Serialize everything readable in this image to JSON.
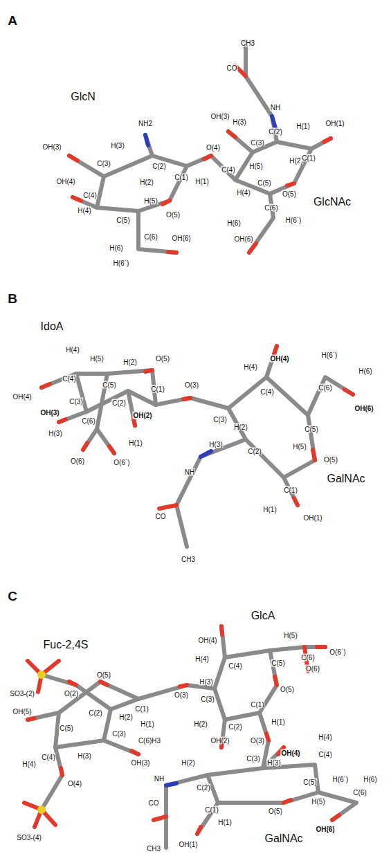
{
  "diagram": {
    "labels": [
      "A",
      "CH3",
      "CO",
      "NH",
      "GlcNAc",
      "GlcN",
      "NH2",
      "OH(3)",
      "H(3)",
      "C(3)",
      "C(2)",
      "H(1)",
      "OH(1)",
      "H(2)",
      "C(1)",
      "O(4)",
      "C(4)",
      "H(5)",
      "C(5)",
      "O(5)",
      "H(4)",
      "H(6)",
      "C(6)",
      "H(6´)",
      "OH(6)",
      "OH(3)",
      "H(3)",
      "C(3)",
      "C(2)",
      "H(2)",
      "C(1)",
      "H(1)",
      "OH(4)",
      "C(4)",
      "H(4)",
      "H(5)",
      "C(5)",
      "O(5)",
      "C(6)",
      "OH(6)",
      "H(6)",
      "H(6´)",
      "B",
      "IdoA",
      "H(4)",
      "H(5)",
      "H(2)",
      "O(5)",
      "C(4)",
      "C(5)",
      "C(2)",
      "C(1)",
      "OH(4)",
      "OH(3)",
      "C(3)",
      "H(3)",
      "C(6)",
      "OH(2)",
      "O(6)",
      "O(6´)",
      "H(1)",
      "O(3)",
      "H(4)",
      "OH(4)",
      "H(6´)",
      "H(6)",
      "C(4)",
      "C(6)",
      "OH(6)",
      "C(3)",
      "C(5)",
      "H(3)",
      "H(2)",
      "C(2)",
      "H(5)",
      "O(5)",
      "GalNAc",
      "NH",
      "C(1)",
      "H(1)",
      "OH(1)",
      "CO",
      "CH3",
      "C",
      "GlcA",
      "OH(4)",
      "H(5)",
      "H(4)",
      "C(4)",
      "C(5)",
      "C(6)",
      "O(6´)",
      "O(6)",
      "O(5)",
      "Fuc-2,4S",
      "SO3-(2)",
      "O(2)",
      "O(5)",
      "H(3)",
      "C(3)",
      "O(3)",
      "C(1)",
      "H(1)",
      "C(1)",
      "C(2)",
      "H(2)",
      "H(1)",
      "OH(5)",
      "C(5)",
      "C(3)",
      "C(6)H3",
      "C(2)",
      "H(2)",
      "OH(2)",
      "O(3)",
      "H(4)",
      "C(4)",
      "H(4)",
      "H(3)",
      "OH(3)",
      "OH(4)",
      "C(3)",
      "H(3)",
      "C(4)",
      "H(2)",
      "C(2)",
      "NH",
      "C(5)",
      "H(6´)",
      "H(6)",
      "O(4)",
      "CO",
      "C(1)",
      "O(5)",
      "H(5)",
      "C(6)",
      "OH(6)",
      "SO3-(4)",
      "H(1)",
      "CH3",
      "OH(1)",
      "GalNAc"
    ]
  }
}
